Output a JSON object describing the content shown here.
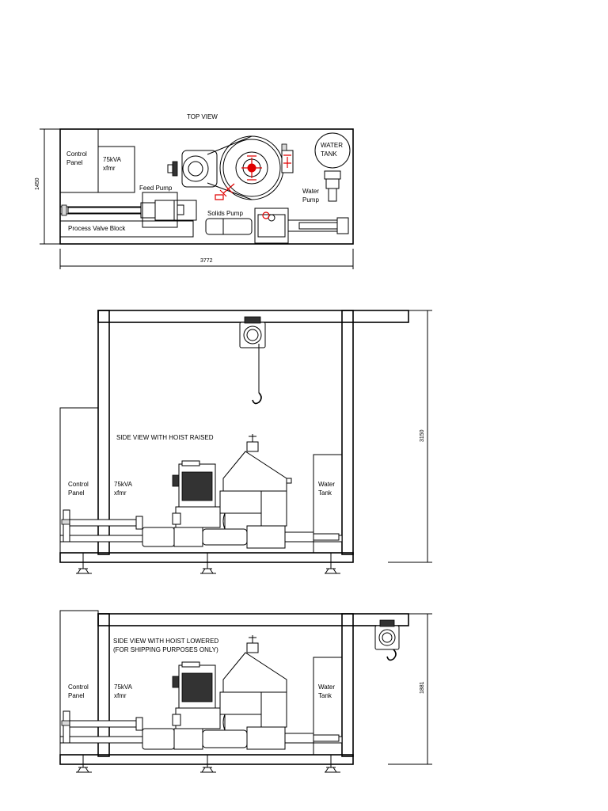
{
  "top_view": {
    "title": "TOP VIEW",
    "labels": {
      "control_panel": "Control\nPanel",
      "xfmr": "75kVA\nxfmr",
      "feed_pump": "Feed Pump",
      "process_valve_block": "Process Valve Block",
      "solids_pump": "Solids Pump",
      "water_pump": "Water\nPump",
      "water_tank": "WATER\nTANK"
    },
    "dim_height": "1450",
    "dim_width": "3772"
  },
  "side_view_raised": {
    "title": "SIDE VIEW WITH HOIST RAISED",
    "labels": {
      "control_panel": "Control\nPanel",
      "xfmr": "75kVA\nxfmr",
      "water_tank": "Water\nTank"
    },
    "dim_height": "3150"
  },
  "side_view_lowered": {
    "title": "SIDE VIEW WITH HOIST LOWERED\n(FOR SHIPPING PURPOSES ONLY)",
    "labels": {
      "control_panel": "Control\nPanel",
      "xfmr": "75kVA\nxfmr",
      "water_tank": "Water\nTank"
    },
    "dim_height": "1881"
  }
}
